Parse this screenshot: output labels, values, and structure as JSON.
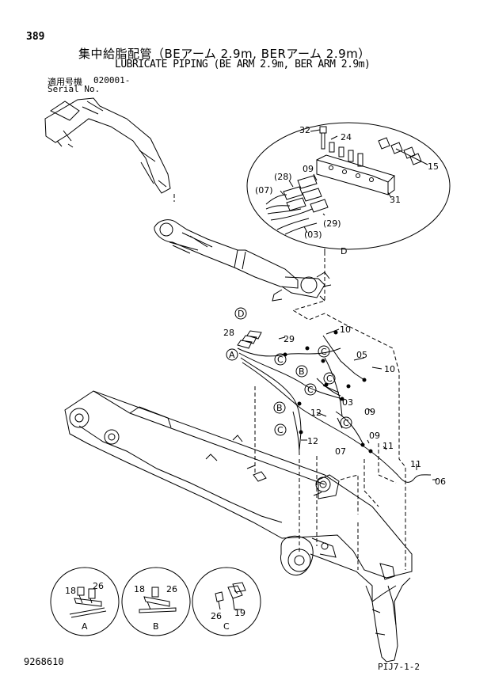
{
  "header": {
    "page_number": "389",
    "title_jp": "集中給脂配管（BEアーム 2.9m, BERアーム 2.9m）",
    "title_en": "LUBRICATE PIPING (BE ARM 2.9m, BER ARM 2.9m)",
    "serial_label_jp": "適用号機",
    "serial_value": "020001-",
    "serial_label_en": "Serial No."
  },
  "footer": {
    "drawing_number": "9268610",
    "page_code": "PIJ7-1-2"
  },
  "callouts": {
    "c01": "32",
    "c02": "24",
    "c03": "15",
    "c04": "09",
    "c05": "(28)",
    "c06": "(07)",
    "c07": "31",
    "c08": "(29)",
    "c09": "(03)",
    "c10": "D",
    "c11": "10",
    "c12": "28",
    "c13": "29",
    "c14": "05",
    "c15": "10",
    "c16": "03",
    "c17": "09",
    "c18": "12",
    "c19": "12",
    "c20": "09",
    "c21": "11",
    "c22": "07",
    "c23": "11",
    "c24": "06",
    "c25": "18",
    "c26": "26",
    "c27": "18",
    "c28": "26",
    "c29": "26",
    "c30": "19"
  },
  "markers": {
    "d_top": "D",
    "a_main": "A",
    "c1": "C",
    "c2": "C",
    "c3": "C",
    "c4": "C",
    "c5": "C",
    "c6": "C",
    "b1": "B",
    "b2": "B"
  },
  "details": {
    "a_label": "A",
    "b_label": "B",
    "c_label": "C"
  }
}
